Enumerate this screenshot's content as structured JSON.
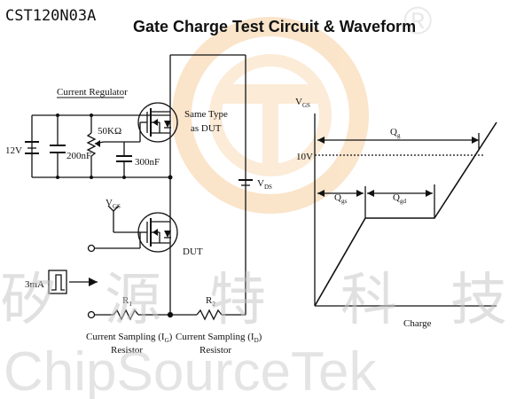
{
  "header": {
    "part_number": "CST120N03A",
    "title": "Gate Charge Test Circuit  &  Waveform"
  },
  "watermark": {
    "cn_chars": [
      "矽",
      "源",
      "特",
      "科",
      "技"
    ],
    "en_text": "ChipSourceTek",
    "reg_mark": "®"
  },
  "circuit": {
    "current_regulator": "Current Regulator",
    "supply_12v": "12V",
    "cap_200nf": "200nF",
    "pot_50k": "50KΩ",
    "cap_300nf": "300nF",
    "same_type_1": "Same Type",
    "same_type_2": "as DUT",
    "vgs_main": "V",
    "vgs_sub": "GS",
    "vds_main": "V",
    "vds_sub": "DS",
    "dut": "DUT",
    "pulse_3ma": "3mA",
    "r1_main": "R",
    "r1_sub": "1",
    "r2_main": "R",
    "r2_sub": "2",
    "cs_ig_1": "Current Sampling (I",
    "cs_ig_sub": "G",
    "cs_ig_2": ")",
    "cs_id_1": "Current Sampling (I",
    "cs_id_sub": "D",
    "cs_id_2": ")",
    "resistor_1": "Resistor",
    "resistor_2": "Resistor"
  },
  "waveform": {
    "vgs_main": "V",
    "vgs_sub": "GS",
    "v10": "10V",
    "qg_main": "Q",
    "qg_sub": "g",
    "qgs_main": "Q",
    "qgs_sub": "gs",
    "qgd_main": "Q",
    "qgd_sub": "gd",
    "xlabel": "Charge"
  },
  "colors": {
    "ink": "#111111",
    "watermark_orange": "#f3c28a"
  }
}
